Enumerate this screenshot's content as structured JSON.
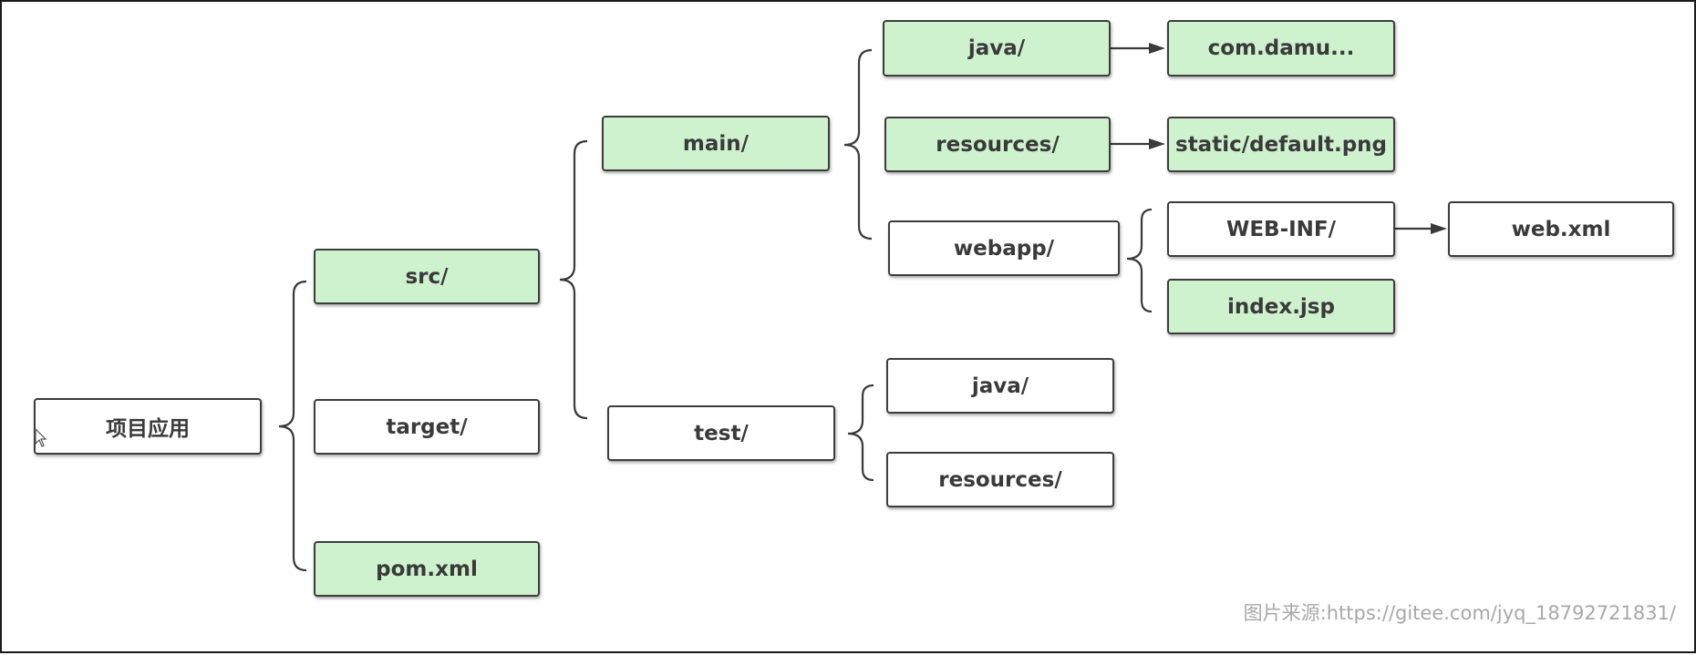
{
  "nodes": {
    "root": "项目应用",
    "src": "src/",
    "target": "target/",
    "pom": "pom.xml",
    "main": "main/",
    "test": "test/",
    "main_java": "java/",
    "main_resources": "resources/",
    "webapp": "webapp/",
    "com_damu": "com.damu...",
    "static_default": "static/default.png",
    "web_inf": "WEB-INF/",
    "index_jsp": "index.jsp",
    "web_xml": "web.xml",
    "test_java": "java/",
    "test_resources": "resources/"
  },
  "caption": "图片来源:https://gitee.com/jyq_18792721831/",
  "colors": {
    "green_fill": "#cdf2cd",
    "white_fill": "#ffffff",
    "stroke": "#3d3d3d",
    "text": "#3a3a3a"
  }
}
